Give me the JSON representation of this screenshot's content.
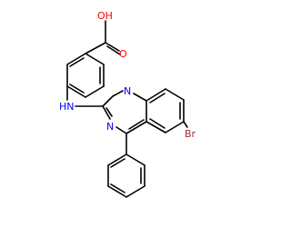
{
  "colors": {
    "bond": "#000000",
    "oxygen": "#ff0000",
    "nitrogen": "#0000ff",
    "bromine": "#a52a2a",
    "background": "#ffffff"
  },
  "atoms": {
    "hydroxyl": "OH",
    "carbonyl_oxygen": "O",
    "amine": "HN",
    "quinazoline_n1": "N",
    "quinazoline_n3": "N",
    "bromine": "Br"
  }
}
